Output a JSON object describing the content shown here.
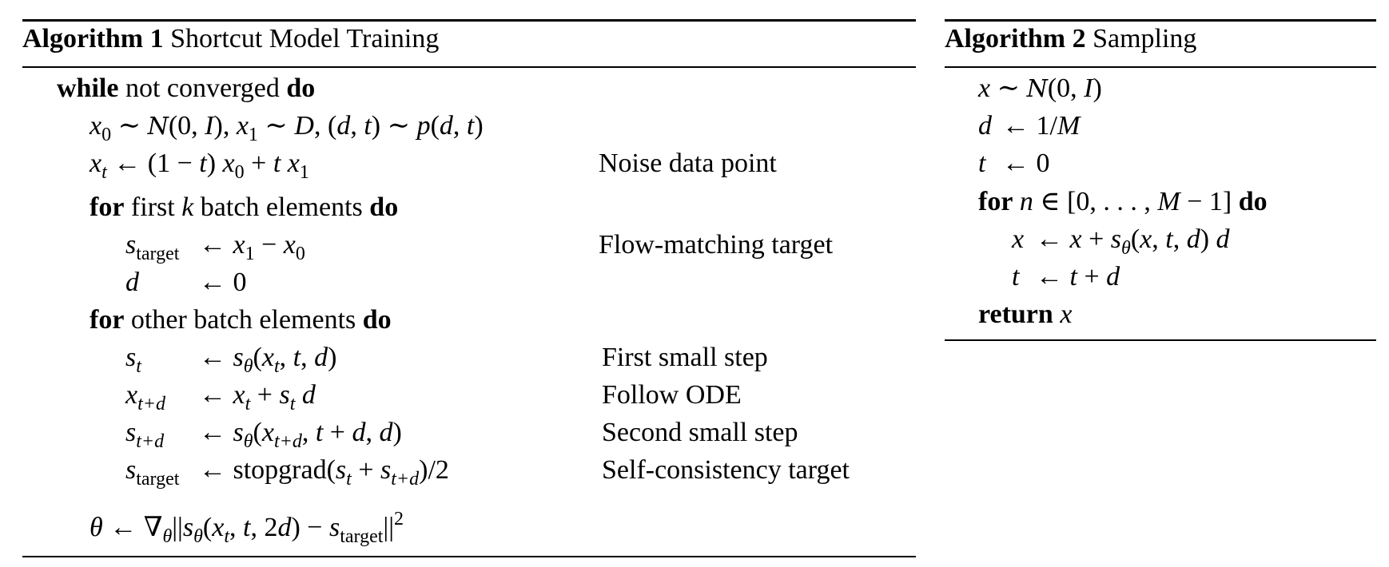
{
  "algorithm1": {
    "title_bold": "Algorithm 1",
    "title_text": " Shortcut Model Training",
    "lines": [
      {
        "indent": 1,
        "rhs": [
          [
            "b",
            "while"
          ],
          [
            "r",
            " not converged "
          ],
          [
            "b",
            "do"
          ]
        ]
      },
      {
        "indent": 2,
        "rhs": [
          [
            "i",
            "x"
          ],
          [
            "sub",
            "0"
          ],
          [
            "r",
            " ∼ "
          ],
          [
            "cal",
            "N"
          ],
          [
            "r",
            "(0, "
          ],
          [
            "i",
            "I"
          ],
          [
            "r",
            "),  "
          ],
          [
            "i",
            "x"
          ],
          [
            "sub",
            "1"
          ],
          [
            "r",
            " ∼ "
          ],
          [
            "i",
            "D"
          ],
          [
            "r",
            ",  ("
          ],
          [
            "i",
            "d"
          ],
          [
            "r",
            ", "
          ],
          [
            "i",
            "t"
          ],
          [
            "r",
            ") ∼ "
          ],
          [
            "i",
            "p"
          ],
          [
            "r",
            "("
          ],
          [
            "i",
            "d"
          ],
          [
            "r",
            ", "
          ],
          [
            "i",
            "t"
          ],
          [
            "r",
            ")"
          ]
        ]
      },
      {
        "indent": 2,
        "rhs": [
          [
            "i",
            "x"
          ],
          [
            "si",
            "t"
          ],
          [
            "r",
            " ← (1 − "
          ],
          [
            "i",
            "t"
          ],
          [
            "r",
            ") "
          ],
          [
            "i",
            "x"
          ],
          [
            "sub",
            "0"
          ],
          [
            "r",
            " + "
          ],
          [
            "i",
            "t"
          ],
          [
            "r",
            " "
          ],
          [
            "i",
            "x"
          ],
          [
            "sub",
            "1"
          ]
        ],
        "comment": "Noise data point"
      },
      {
        "indent": 2,
        "rhs": [
          [
            "b",
            "for"
          ],
          [
            "r",
            " first "
          ],
          [
            "i",
            "k"
          ],
          [
            "r",
            " batch elements "
          ],
          [
            "b",
            "do"
          ]
        ]
      },
      {
        "indent": 3,
        "lhs": [
          [
            "i",
            "s"
          ],
          [
            "sub",
            "target"
          ]
        ],
        "rhs": [
          [
            "r",
            "← "
          ],
          [
            "i",
            "x"
          ],
          [
            "sub",
            "1"
          ],
          [
            "r",
            " − "
          ],
          [
            "i",
            "x"
          ],
          [
            "sub",
            "0"
          ]
        ],
        "comment": "Flow-matching target"
      },
      {
        "indent": 3,
        "lhs": [
          [
            "i",
            "d"
          ]
        ],
        "rhs": [
          [
            "r",
            "← 0"
          ]
        ]
      },
      {
        "indent": 2,
        "rhs": [
          [
            "b",
            "for"
          ],
          [
            "r",
            " other batch elements "
          ],
          [
            "b",
            "do"
          ]
        ]
      },
      {
        "indent": 3,
        "lhs": [
          [
            "i",
            "s"
          ],
          [
            "si",
            "t"
          ]
        ],
        "rhs": [
          [
            "r",
            "← "
          ],
          [
            "i",
            "s"
          ],
          [
            "si",
            "θ"
          ],
          [
            "r",
            "("
          ],
          [
            "i",
            "x"
          ],
          [
            "si",
            "t"
          ],
          [
            "r",
            ", "
          ],
          [
            "i",
            "t"
          ],
          [
            "r",
            ", "
          ],
          [
            "i",
            "d"
          ],
          [
            "r",
            ")"
          ]
        ],
        "comment": "First small step"
      },
      {
        "indent": 3,
        "lhs": [
          [
            "i",
            "x"
          ],
          [
            "si",
            "t+d"
          ]
        ],
        "rhs": [
          [
            "r",
            "← "
          ],
          [
            "i",
            "x"
          ],
          [
            "si",
            "t"
          ],
          [
            "r",
            " + "
          ],
          [
            "i",
            "s"
          ],
          [
            "si",
            "t"
          ],
          [
            "r",
            " "
          ],
          [
            "i",
            "d"
          ]
        ],
        "comment": "Follow ODE"
      },
      {
        "indent": 3,
        "lhs": [
          [
            "i",
            "s"
          ],
          [
            "si",
            "t+d"
          ]
        ],
        "rhs": [
          [
            "r",
            "← "
          ],
          [
            "i",
            "s"
          ],
          [
            "si",
            "θ"
          ],
          [
            "r",
            "("
          ],
          [
            "i",
            "x"
          ],
          [
            "si",
            "t+d"
          ],
          [
            "r",
            ", "
          ],
          [
            "i",
            "t"
          ],
          [
            "r",
            " + "
          ],
          [
            "i",
            "d"
          ],
          [
            "r",
            ", "
          ],
          [
            "i",
            "d"
          ],
          [
            "r",
            ")"
          ]
        ],
        "comment": "Second small step"
      },
      {
        "indent": 3,
        "lhs": [
          [
            "i",
            "s"
          ],
          [
            "sub",
            "target"
          ]
        ],
        "rhs": [
          [
            "r",
            "← stopgrad("
          ],
          [
            "i",
            "s"
          ],
          [
            "si",
            "t"
          ],
          [
            "r",
            " + "
          ],
          [
            "i",
            "s"
          ],
          [
            "si",
            "t+d"
          ],
          [
            "r",
            ")/2"
          ]
        ],
        "comment": "Self-consistency target"
      },
      {
        "indent": 2,
        "rhs": [
          [
            "i",
            "θ"
          ],
          [
            "r",
            " ← ∇"
          ],
          [
            "si",
            "θ"
          ],
          [
            "r",
            "||"
          ],
          [
            "i",
            "s"
          ],
          [
            "si",
            "θ"
          ],
          [
            "r",
            "("
          ],
          [
            "i",
            "x"
          ],
          [
            "si",
            "t"
          ],
          [
            "r",
            ", "
          ],
          [
            "i",
            "t"
          ],
          [
            "r",
            ", 2"
          ],
          [
            "i",
            "d"
          ],
          [
            "r",
            ") − "
          ],
          [
            "i",
            "s"
          ],
          [
            "sub",
            "target"
          ],
          [
            "r",
            "||"
          ],
          [
            "sup",
            "2"
          ]
        ]
      }
    ]
  },
  "algorithm2": {
    "title_bold": "Algorithm 2",
    "title_text": " Sampling",
    "lines": [
      {
        "indent": 1,
        "rhs": [
          [
            "i",
            "x"
          ],
          [
            "r",
            " ∼ "
          ],
          [
            "cal",
            "N"
          ],
          [
            "r",
            "(0, "
          ],
          [
            "i",
            "I"
          ],
          [
            "r",
            ")"
          ]
        ]
      },
      {
        "indent": 1,
        "lhs": [
          [
            "i",
            "d"
          ]
        ],
        "rhs": [
          [
            "r",
            "← 1/"
          ],
          [
            "i",
            "M"
          ]
        ]
      },
      {
        "indent": 1,
        "lhs": [
          [
            "i",
            "t"
          ]
        ],
        "rhs": [
          [
            "r",
            "← 0"
          ]
        ]
      },
      {
        "indent": 1,
        "rhs": [
          [
            "b",
            "for"
          ],
          [
            "r",
            " "
          ],
          [
            "i",
            "n"
          ],
          [
            "r",
            " ∈ [0, . . . , "
          ],
          [
            "i",
            "M"
          ],
          [
            "r",
            " − 1] "
          ],
          [
            "b",
            "do"
          ]
        ]
      },
      {
        "indent": 2,
        "lhs": [
          [
            "i",
            "x"
          ]
        ],
        "rhs": [
          [
            "r",
            "← "
          ],
          [
            "i",
            "x"
          ],
          [
            "r",
            " + "
          ],
          [
            "i",
            "s"
          ],
          [
            "si",
            "θ"
          ],
          [
            "r",
            "("
          ],
          [
            "i",
            "x"
          ],
          [
            "r",
            ", "
          ],
          [
            "i",
            "t"
          ],
          [
            "r",
            ", "
          ],
          [
            "i",
            "d"
          ],
          [
            "r",
            ") "
          ],
          [
            "i",
            "d"
          ]
        ]
      },
      {
        "indent": 2,
        "lhs": [
          [
            "i",
            "t"
          ]
        ],
        "rhs": [
          [
            "r",
            "← "
          ],
          [
            "i",
            "t"
          ],
          [
            "r",
            " + "
          ],
          [
            "i",
            "d"
          ]
        ]
      },
      {
        "indent": 1,
        "rhs": [
          [
            "b",
            "return"
          ],
          [
            "r",
            " "
          ],
          [
            "i",
            "x"
          ]
        ]
      }
    ]
  }
}
